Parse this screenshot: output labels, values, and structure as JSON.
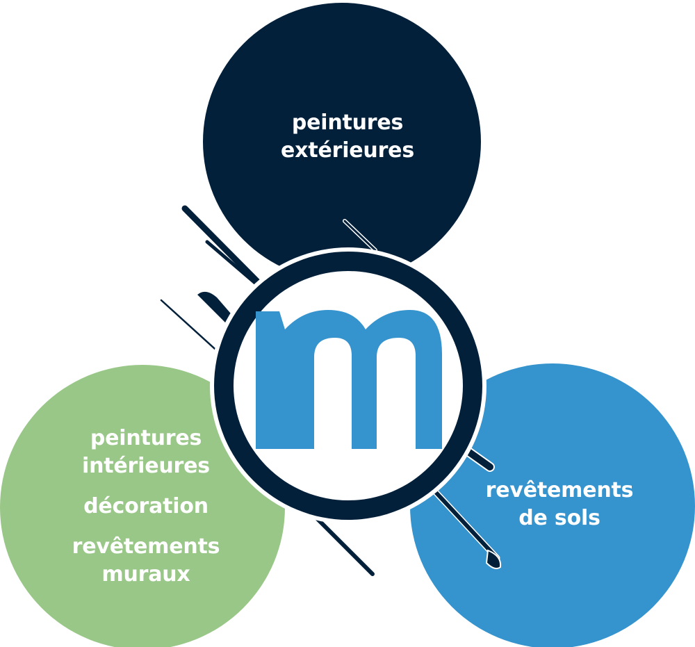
{
  "colors": {
    "navy": "#02203a",
    "green": "#99c787",
    "blue": "#3593cd",
    "white": "#ffffff"
  },
  "center_logo": {
    "letter": "m",
    "icon": "m-logo-icon"
  },
  "circles": {
    "top": {
      "lines": [
        "peintures",
        "extérieures"
      ]
    },
    "left": {
      "items": [
        [
          "peintures",
          "intérieures"
        ],
        [
          "décoration"
        ],
        [
          "revêtements",
          "muraux"
        ]
      ]
    },
    "right": {
      "lines": [
        "revêtements",
        "de sols"
      ]
    }
  }
}
